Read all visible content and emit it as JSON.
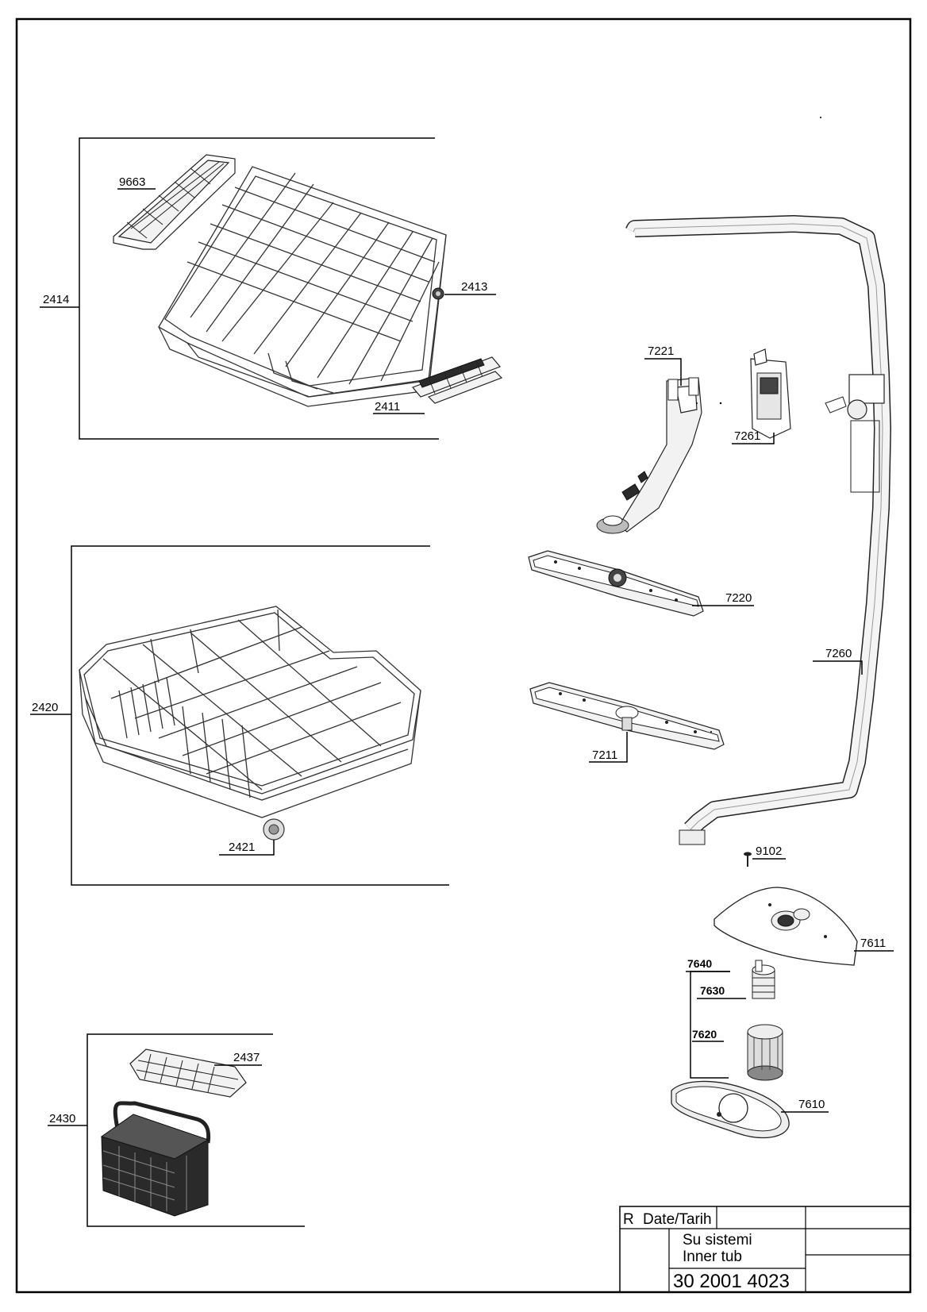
{
  "labels": {
    "p9663": "9663",
    "p2414": "2414",
    "p2413": "2413",
    "p2411": "2411",
    "p2420": "2420",
    "p2421": "2421",
    "p2430": "2430",
    "p2437": "2437",
    "p7221": "7221",
    "p7261": "7261",
    "p7220": "7220",
    "p7260": "7260",
    "p7211": "7211",
    "p9102": "9102",
    "p7611": "7611",
    "p7640": "7640",
    "p7630": "7630",
    "p7620": "7620",
    "p7610": "7610"
  },
  "title_block": {
    "rev": "R",
    "date_label": "Date/Tarih",
    "name_tr": "Su sistemi",
    "name_en": "Inner tub",
    "drawing_no": "30 2001 4023"
  }
}
